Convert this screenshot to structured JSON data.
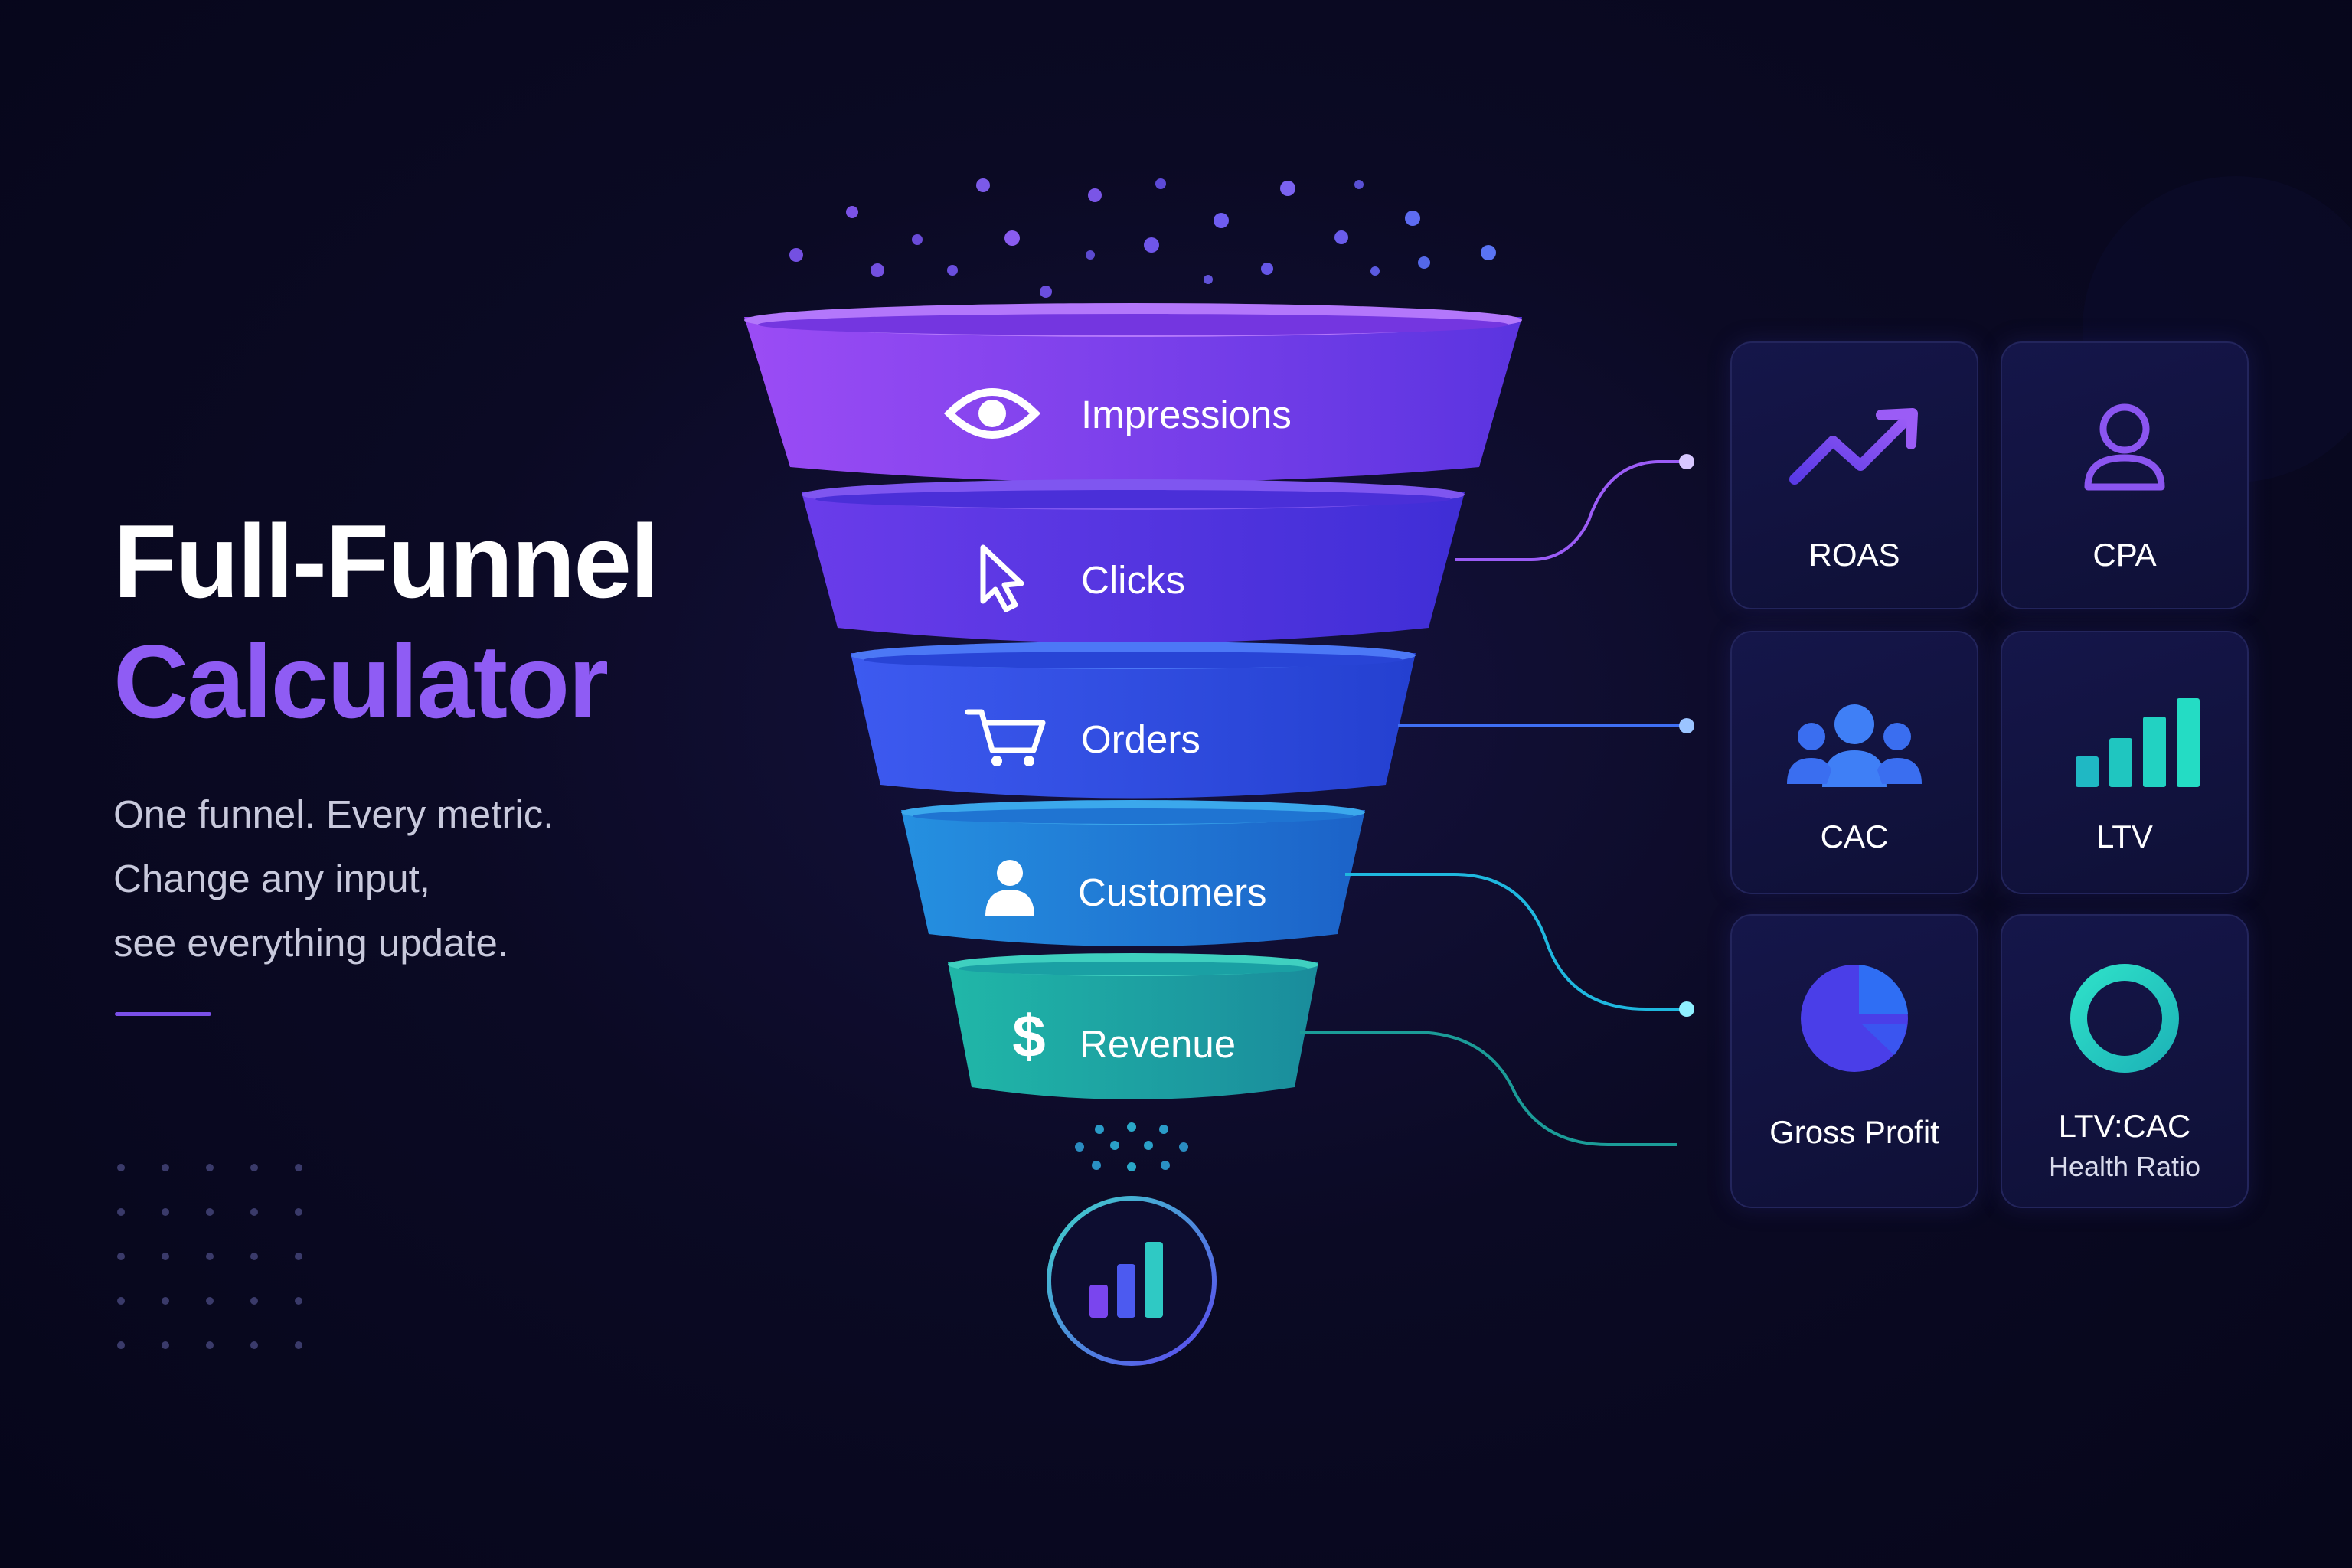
{
  "hero": {
    "title_line1": "Full-Funnel",
    "title_line2": "Calculator",
    "tagline": [
      "One funnel. Every metric.",
      "Change any input,",
      "see everything update."
    ]
  },
  "funnel": {
    "stages": [
      {
        "label": "Impressions",
        "icon": "eye-icon",
        "color": "#8a45f0"
      },
      {
        "label": "Clicks",
        "icon": "cursor-icon",
        "color": "#5f39e6"
      },
      {
        "label": "Orders",
        "icon": "cart-icon",
        "color": "#2f50e8"
      },
      {
        "label": "Customers",
        "icon": "user-icon",
        "color": "#1f79d8"
      },
      {
        "label": "Revenue",
        "icon": "dollar-icon",
        "color": "#16a7a6"
      }
    ],
    "output_icon": "bar-chart-icon"
  },
  "metrics": [
    {
      "label": "ROAS",
      "sublabel": "",
      "icon": "trend-up-icon"
    },
    {
      "label": "CPA",
      "sublabel": "",
      "icon": "user-outline-icon"
    },
    {
      "label": "CAC",
      "sublabel": "",
      "icon": "group-icon"
    },
    {
      "label": "LTV",
      "sublabel": "",
      "icon": "bar-chart-icon"
    },
    {
      "label": "Gross Profit",
      "sublabel": "",
      "icon": "pie-chart-icon"
    },
    {
      "label": "LTV:CAC",
      "sublabel": "Health Ratio",
      "icon": "ring-icon"
    }
  ],
  "colors": {
    "accent": "#8f5cf4",
    "background": "#0b0a24",
    "teal": "#21d3c7",
    "blue": "#3f7ff6"
  }
}
